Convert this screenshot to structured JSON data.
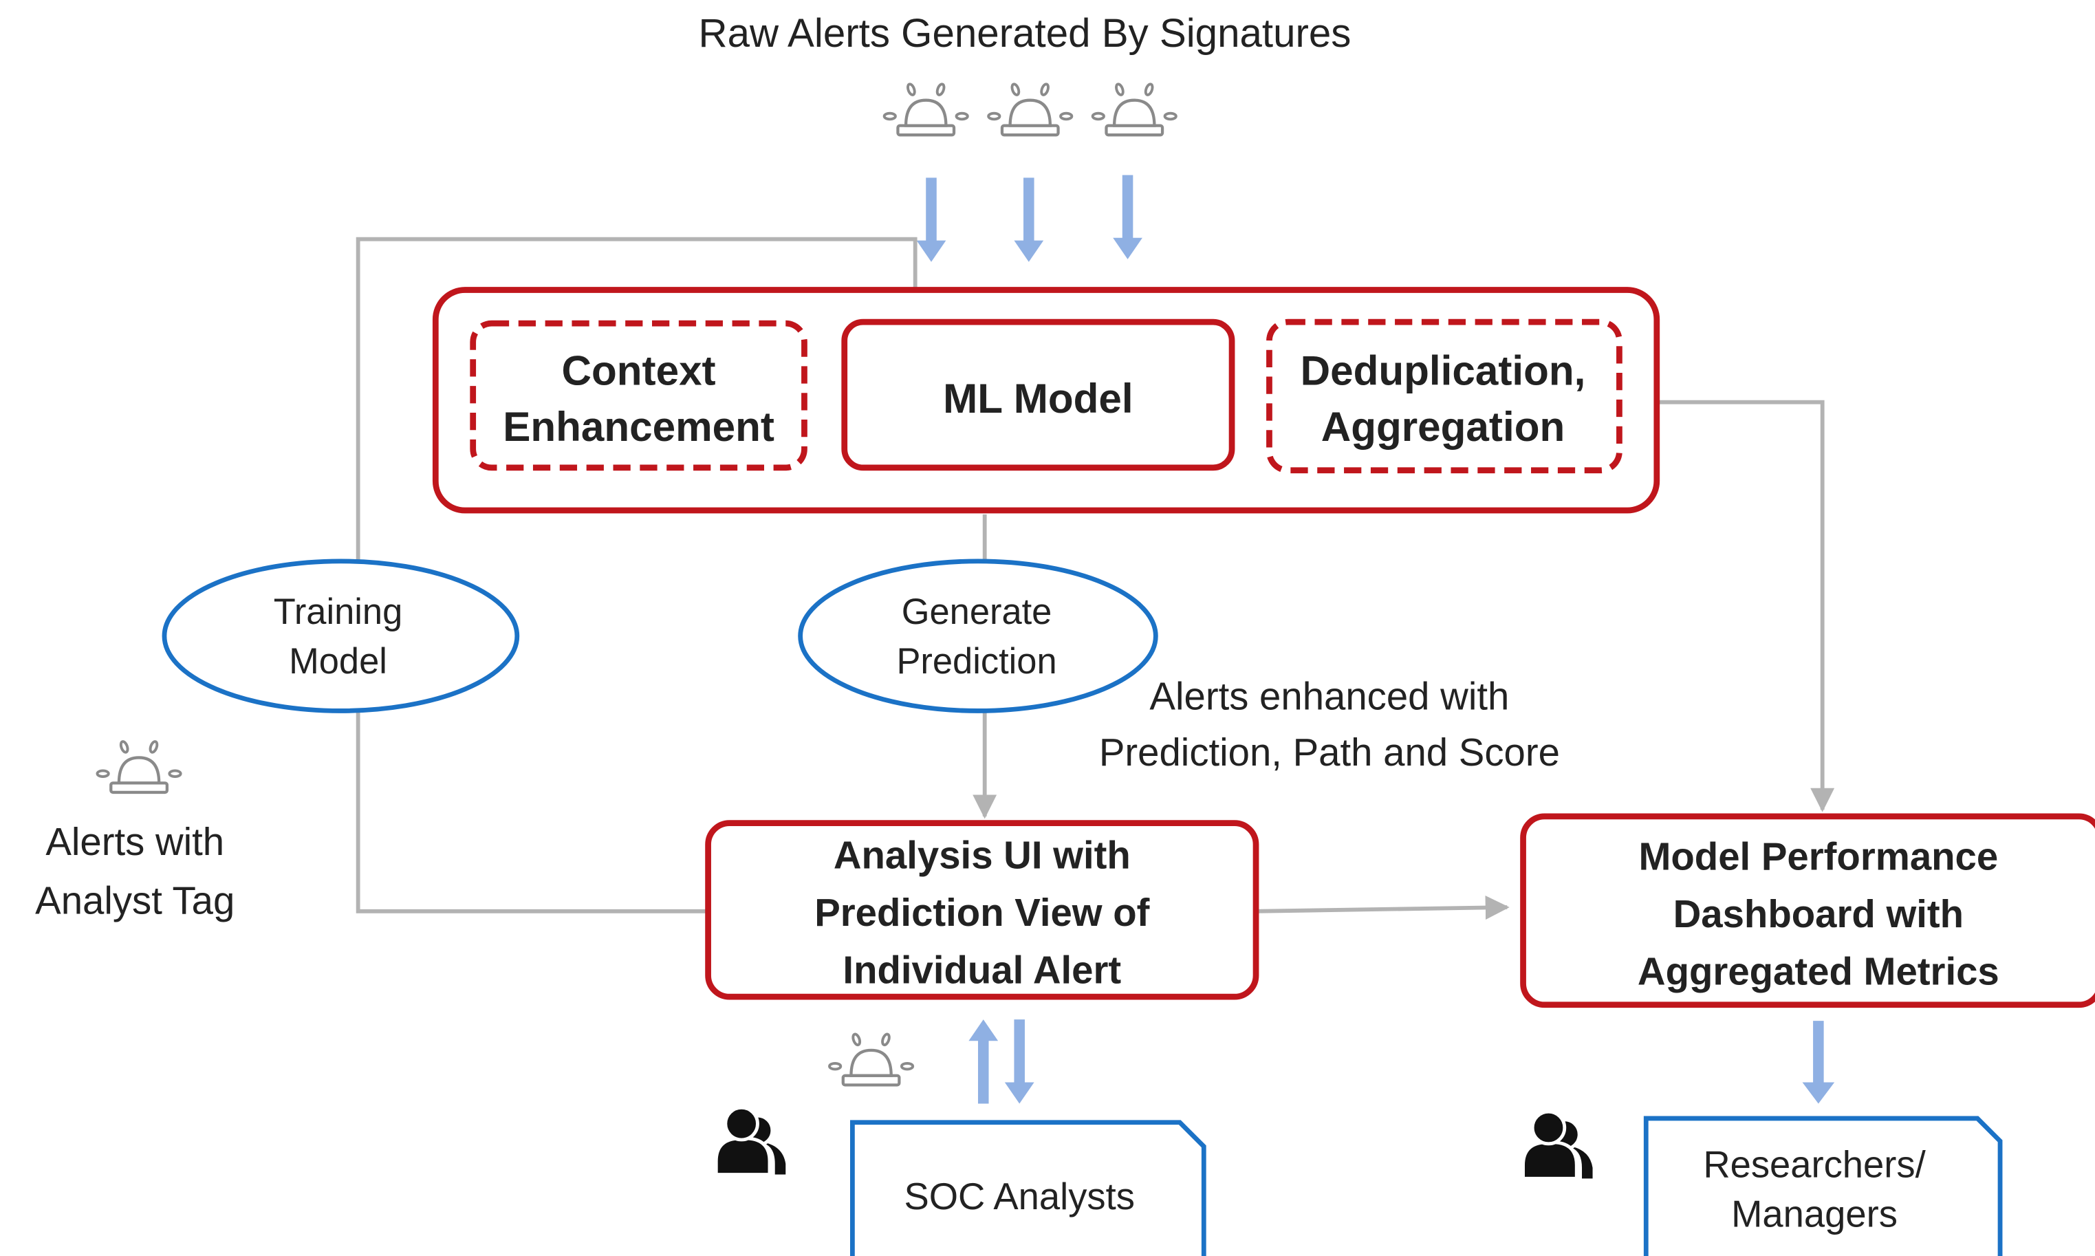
{
  "header": {
    "title": "Raw Alerts Generated By Signatures"
  },
  "pipeline": {
    "context_enhancement": [
      "Context",
      "Enhancement"
    ],
    "ml_model": "ML Model",
    "deduplication": [
      "Deduplication,",
      "Aggregation"
    ]
  },
  "ovals": {
    "training_model": [
      "Training",
      "Model"
    ],
    "generate_prediction": [
      "Generate",
      "Prediction"
    ]
  },
  "annotations": {
    "alerts_enhanced": [
      "Alerts enhanced with",
      "Prediction, Path and Score"
    ],
    "alerts_with_tag": [
      "Alerts with",
      "Analyst Tag"
    ]
  },
  "outputs": {
    "analysis_ui": [
      "Analysis UI with",
      "Prediction View of",
      "Individual Alert"
    ],
    "dashboard": [
      "Model Performance",
      "Dashboard with",
      "Aggregated Metrics"
    ]
  },
  "users": {
    "soc_analysts": "SOC Analysts",
    "researchers": [
      "Researchers/",
      "Managers"
    ]
  },
  "colors": {
    "red": "#c0161c",
    "blue": "#1b72c6",
    "arrow_blue": "#8fb0e3",
    "connector_gray": "#b3b3b3",
    "text": "#222222"
  },
  "icons": [
    "alarm-icon",
    "users-icon"
  ]
}
